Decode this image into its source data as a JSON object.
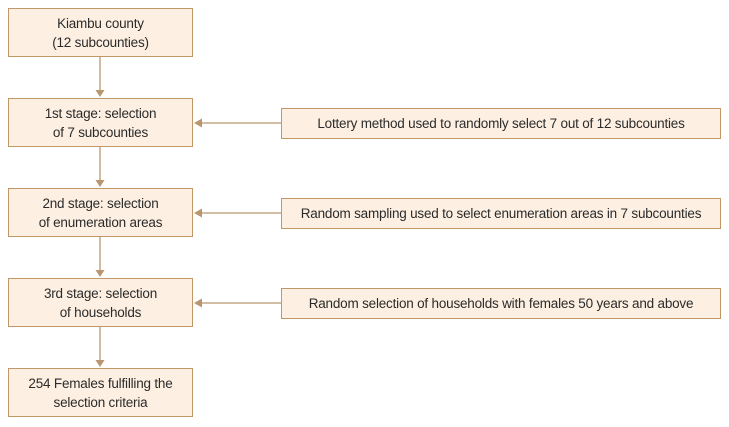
{
  "diagram": {
    "main_steps": [
      {
        "label": "Kiambu county\n(12 subcounties)"
      },
      {
        "label": "1st stage: selection\nof 7 subcounties"
      },
      {
        "label": "2nd stage: selection\nof enumeration areas"
      },
      {
        "label": "3rd stage: selection\nof households"
      },
      {
        "label": "254 Females fulfilling the\nselection criteria"
      }
    ],
    "side_notes": [
      {
        "label": "Lottery method used to randomly select 7 out of 12 subcounties"
      },
      {
        "label": "Random sampling used to select enumeration areas in 7 subcounties"
      },
      {
        "label": "Random selection of households with females 50 years and above"
      }
    ],
    "colors": {
      "box_fill": "#fdf0e2",
      "box_border": "#c09868",
      "connector": "#b89670",
      "text": "#2b2b2b"
    }
  }
}
